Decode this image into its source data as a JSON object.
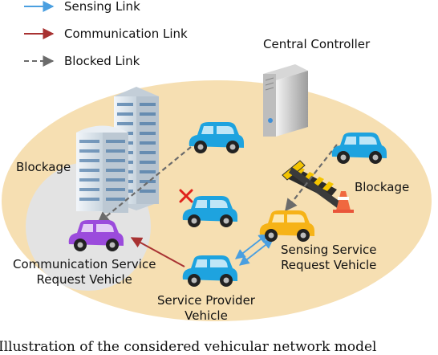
{
  "legend": {
    "sensing": "Sensing Link",
    "communication": "Communication Link",
    "blocked": "Blocked Link"
  },
  "labels": {
    "central_controller": "Central Controller",
    "blockage_left": "Blockage",
    "blockage_right": "Blockage",
    "sensing_req": [
      "Sensing Service",
      "Request Vehicle"
    ],
    "comm_req": [
      "Communication Service",
      "Request Vehicle"
    ],
    "provider": [
      "Service Provider",
      "Vehicle"
    ]
  },
  "caption": "Illustration of the considered vehicular network model",
  "colors": {
    "sensing": "#4a9fe0",
    "communication": "#a83232",
    "blocked": "#6b6b6b",
    "region": "#f6dfb2",
    "blocked_region": "#e3e3e3",
    "car_blue": "#1ea3df",
    "car_yellow": "#f6b317",
    "car_purple": "#9b4bdc",
    "cross": "#e0211b"
  }
}
